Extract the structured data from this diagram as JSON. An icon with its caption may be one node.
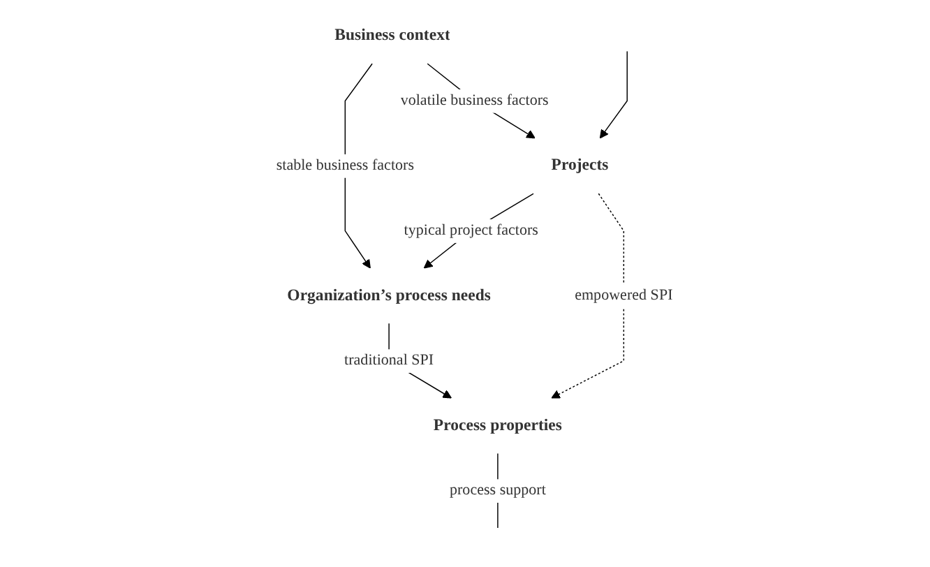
{
  "diagram": {
    "nodes": [
      {
        "text": [
          "Business context"
        ]
      },
      {
        "text": [
          "Organization’s process needs"
        ]
      },
      {
        "text": [
          "Projects"
        ]
      },
      {
        "text": [
          "Process properties"
        ]
      }
    ],
    "edges": [
      {
        "from": 0,
        "to": 1,
        "arrow": "to",
        "label": "stable business factors"
      },
      {
        "from": 0,
        "to": 2,
        "arrow": "to",
        "label": "volatile business factors"
      },
      {
        "from": 2,
        "to": 1,
        "arrow": "to",
        "label": "typical project factors"
      },
      {
        "from": 1,
        "to": 3,
        "arrow": "to",
        "label": "traditional SPI"
      },
      {
        "from": 2,
        "to": 3,
        "arrow": "to",
        "label": "empowered SPI",
        "style": "dashed"
      },
      {
        "from": null,
        "to": 2,
        "arrow": "to"
      },
      {
        "from": 3,
        "to": null,
        "arrow": "none",
        "label": "process support"
      }
    ]
  }
}
